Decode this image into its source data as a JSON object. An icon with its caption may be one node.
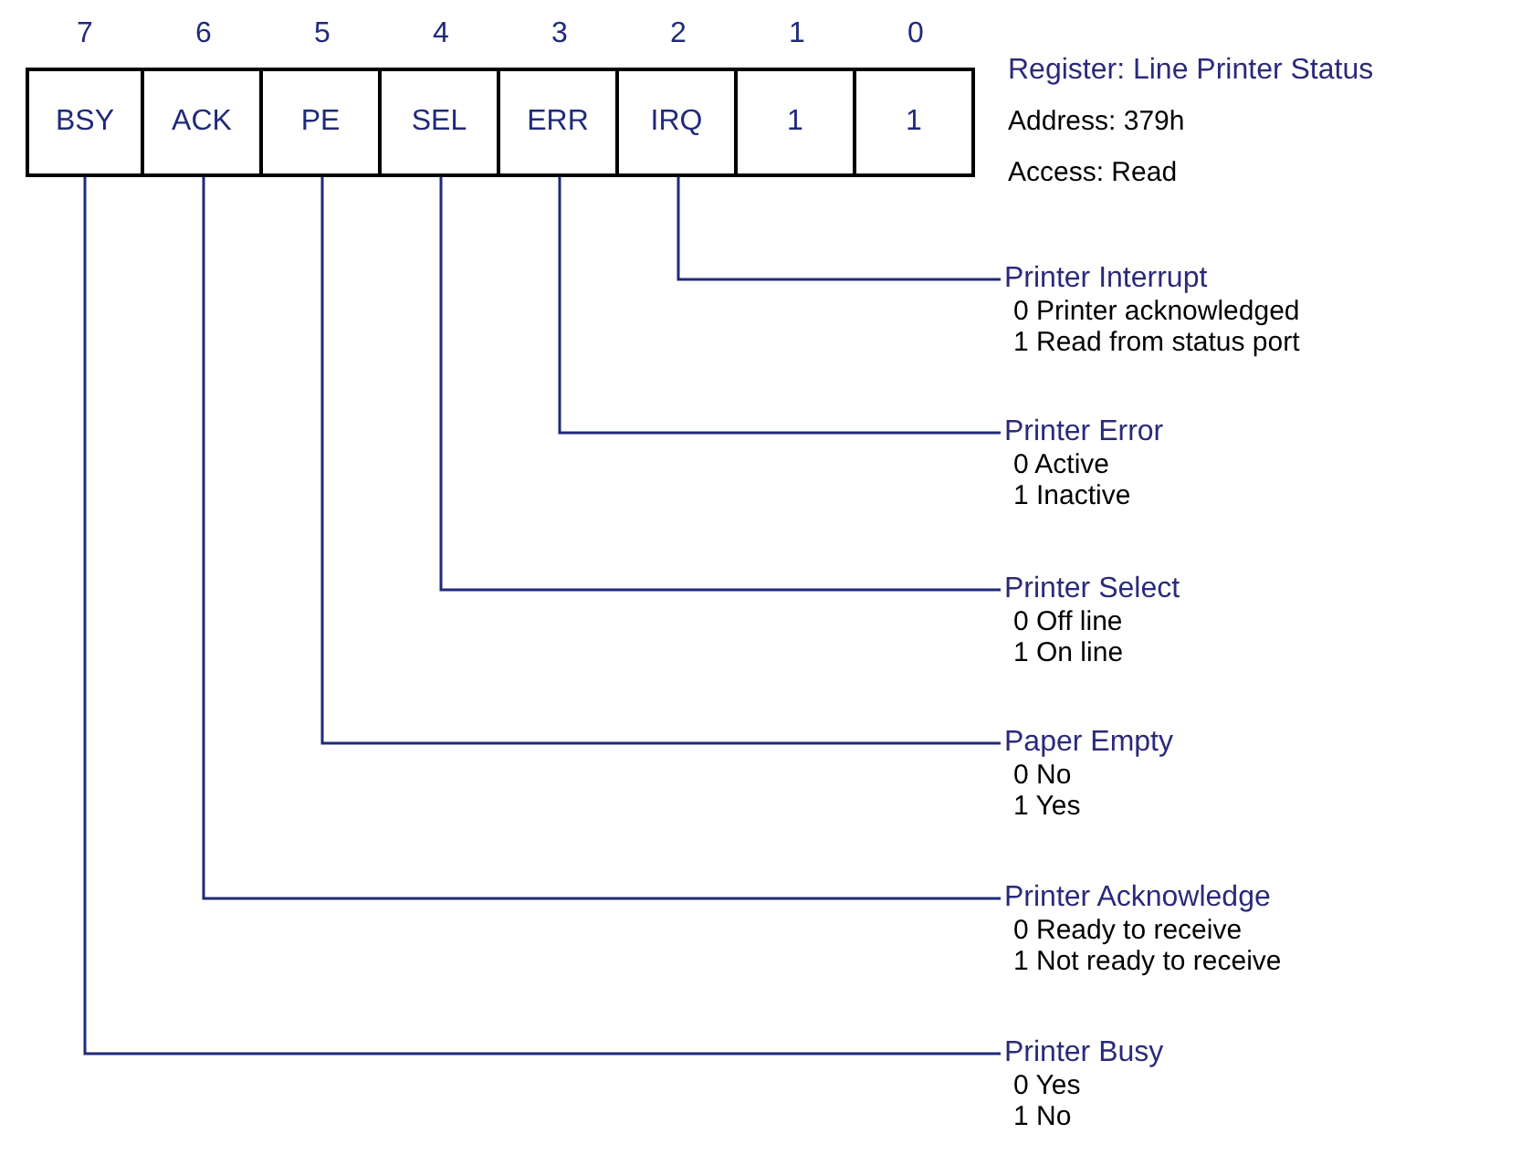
{
  "diagram": {
    "nodes": [
      {
        "text": [
          "7",
          "BSY"
        ]
      },
      {
        "text": [
          "6",
          "ACK"
        ]
      },
      {
        "text": [
          "5",
          "PE"
        ]
      },
      {
        "text": [
          "4",
          "SEL"
        ]
      },
      {
        "text": [
          "3",
          "ERR"
        ]
      },
      {
        "text": [
          "2",
          "IRQ"
        ]
      },
      {
        "text": [
          "1",
          "1"
        ]
      },
      {
        "text": [
          "0",
          "1"
        ]
      },
      {
        "text": [
          "Printer Interrupt",
          "0 Printer acknowledged",
          "1 Read from status port"
        ]
      },
      {
        "text": [
          "Printer Error",
          "0 Active",
          "1 Inactive"
        ]
      },
      {
        "text": [
          "Printer Select",
          "0 Off line",
          "1 On line"
        ]
      },
      {
        "text": [
          "Paper Empty",
          "0 No",
          "1 Yes"
        ]
      },
      {
        "text": [
          "Printer Acknowledge",
          "0 Ready to receive",
          "1 Not ready to receive"
        ]
      },
      {
        "text": [
          "Printer Busy",
          "0 Yes",
          "1 No"
        ]
      }
    ],
    "edges": [
      {
        "from": 5,
        "to": 8,
        "arrow": "none"
      },
      {
        "from": 4,
        "to": 9,
        "arrow": "none"
      },
      {
        "from": 3,
        "to": 10,
        "arrow": "none"
      },
      {
        "from": 2,
        "to": 11,
        "arrow": "none"
      },
      {
        "from": 1,
        "to": 12,
        "arrow": "none"
      },
      {
        "from": 0,
        "to": 13,
        "arrow": "none"
      }
    ],
    "labels": [
      "Register: Line Printer Status",
      "Address: 379h",
      "Access: Read"
    ]
  }
}
